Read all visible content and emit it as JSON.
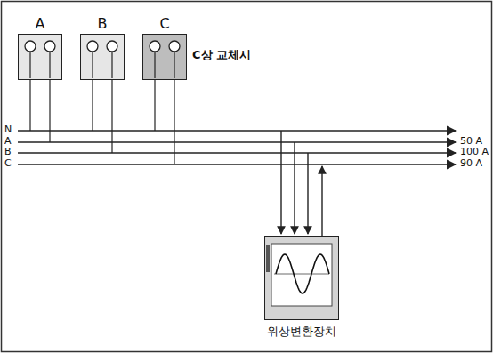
{
  "diagram": {
    "nodes": [
      {
        "text": [
          "A"
        ]
      },
      {
        "text": [
          "B"
        ]
      },
      {
        "text": [
          "C"
        ]
      },
      {
        "text": [
          "위상변환장치"
        ]
      }
    ],
    "labels": [
      "C상 교체시",
      "N",
      "A",
      "B",
      "C",
      "50 A",
      "100 A",
      "90 A"
    ]
  }
}
